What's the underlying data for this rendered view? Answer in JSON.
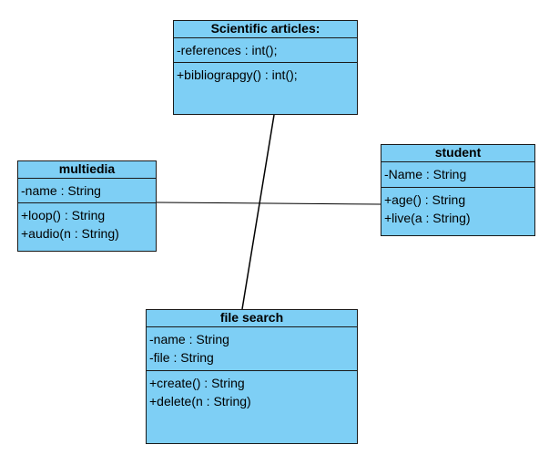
{
  "diagram": {
    "classes": [
      {
        "id": "scientific-articles",
        "name": "Scientific articles:",
        "attributes": [
          "-references : int();"
        ],
        "operations": [
          "+bibliograpgy() : int();"
        ]
      },
      {
        "id": "multiedia",
        "name": "multiedia",
        "attributes": [
          "-name : String"
        ],
        "operations": [
          "+loop() : String",
          "+audio(n : String)"
        ]
      },
      {
        "id": "student",
        "name": "student",
        "attributes": [
          "-Name : String"
        ],
        "operations": [
          "+age() : String",
          "+live(a : String)"
        ]
      },
      {
        "id": "file-search",
        "name": "file search",
        "attributes": [
          "-name : String",
          "-file : String"
        ],
        "operations": [
          "+create() : String",
          "+delete(n : String)"
        ]
      }
    ],
    "associations": [
      {
        "from": "scientific-articles",
        "to": "file-search"
      },
      {
        "from": "multiedia",
        "to": "student"
      }
    ],
    "colors": {
      "class_fill": "#7ecff5",
      "border": "#1a1a1a",
      "line": "#000000",
      "background": "#ffffff"
    }
  }
}
